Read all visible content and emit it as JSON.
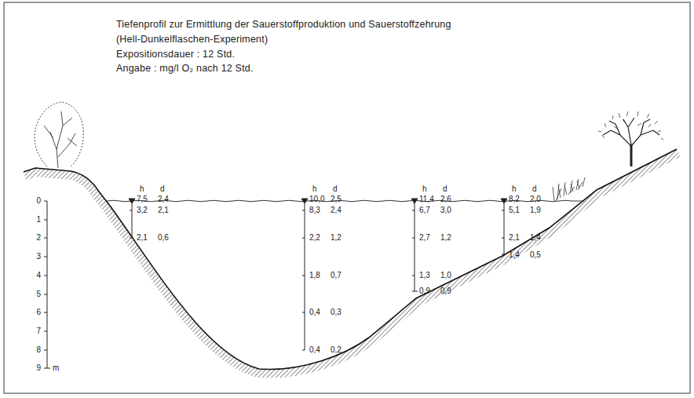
{
  "diagram": {
    "title": "Tiefenprofil zur Ermittlung der Sauerstoffproduktion und Sauerstoffzehrung",
    "labels": [
      "(Hell-Dunkelflaschen-Experiment)",
      "Expositionsdauer : 12 Std.",
      "Angabe : mg/l O₂ nach 12 Std.",
      "0",
      "1",
      "2",
      "3",
      "4",
      "5",
      "6",
      "7",
      "8",
      "9",
      "m",
      "h",
      "d",
      "7,5",
      "2,4",
      "3,2",
      "2,1",
      "2,1",
      "0,6",
      "h",
      "d",
      "10,0",
      "2,5",
      "8,3",
      "2,4",
      "2,2",
      "1,2",
      "1,8",
      "0,7",
      "0,4",
      "0,3",
      "0,4",
      "0,2",
      "h",
      "d",
      "11,4",
      "2,6",
      "6,7",
      "3,0",
      "2,7",
      "1,2",
      "1,3",
      "1,0",
      "0,9",
      "0,9",
      "h",
      "d",
      "8,2",
      "2,0",
      "5,1",
      "1,9",
      "2,1",
      "1,4",
      "1,4",
      "0,5"
    ]
  }
}
